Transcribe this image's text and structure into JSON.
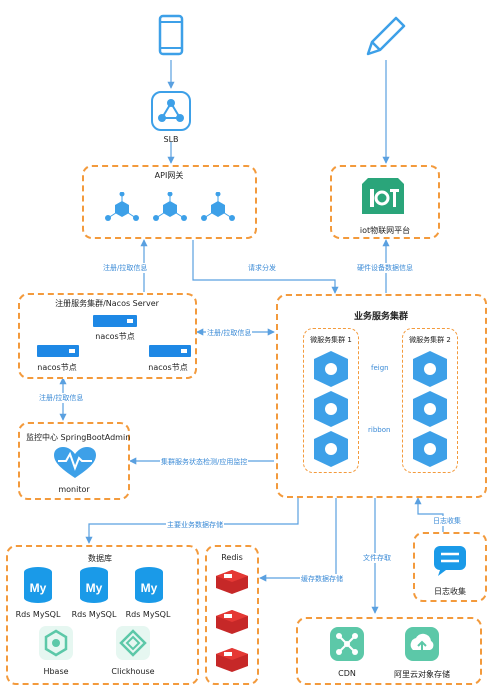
{
  "colors": {
    "accent": "#f39a3c",
    "line": "#5aa0e0",
    "icon": "#3da0e8",
    "mysql": "#1a9ae8",
    "green": "#5cc8a8"
  },
  "slb": {
    "label": "SLB"
  },
  "gateway": {
    "label": "API网关"
  },
  "iot": {
    "label": "iot物联网平台"
  },
  "registry": {
    "title": "注册服务集群/Nacos Server",
    "node_top": "nacos节点",
    "node_left": "nacos节点",
    "node_right": "nacos节点"
  },
  "business": {
    "title": "业务服务集群",
    "cluster1": "微服务集群 1",
    "cluster2": "微服务集群 2",
    "feign": "feign",
    "ribbon": "ribbon"
  },
  "monitor": {
    "title": "监控中心 SpringBootAdmin",
    "label": "monitor"
  },
  "database": {
    "title": "数据库",
    "items": [
      "Rds MySQL",
      "Rds MySQL",
      "Rds MySQL",
      "Hbase",
      "Clickhouse"
    ]
  },
  "redis": {
    "title": "Redis"
  },
  "logs": {
    "label": "日志收集"
  },
  "storage": {
    "cdn": "CDN",
    "oss": "阿里云对象存储"
  },
  "edges": {
    "register_pull_1": "注册/拉取信息",
    "request_dispatch": "请求分发",
    "hardware_storage": "硬件设备数据信息",
    "register_pull_2": "注册/拉取信息",
    "register_pull_3": "注册/拉取信息",
    "cluster_monitor": "集群服务状态检测/应用监控",
    "main_storage": "主要业务数据存储",
    "cache_storage": "缓存数据存储",
    "file_storage": "文件存取",
    "log_collect": "日志收集"
  }
}
